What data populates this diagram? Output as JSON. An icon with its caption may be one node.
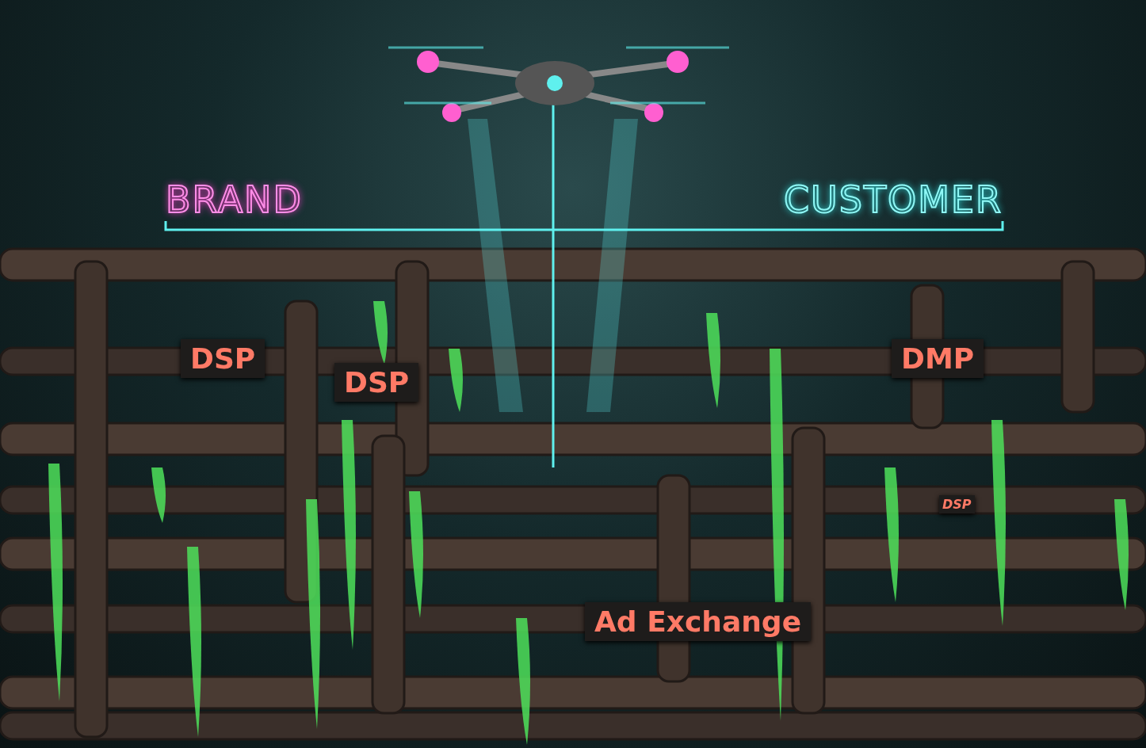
{
  "diagram": {
    "nodes": [
      {
        "text": [
          "BRAND"
        ]
      },
      {
        "text": [
          "CUSTOMER"
        ]
      },
      {
        "text": [],
        "shape": "picture"
      },
      {
        "text": [
          "DSP"
        ]
      },
      {
        "text": [
          "DSP"
        ]
      },
      {
        "text": [
          "DMP"
        ]
      },
      {
        "text": [
          "DSP"
        ]
      },
      {
        "text": [
          "Ad Exchange"
        ]
      }
    ],
    "edges": [
      {
        "from": 0,
        "to": 1,
        "arrow": "none"
      }
    ]
  }
}
